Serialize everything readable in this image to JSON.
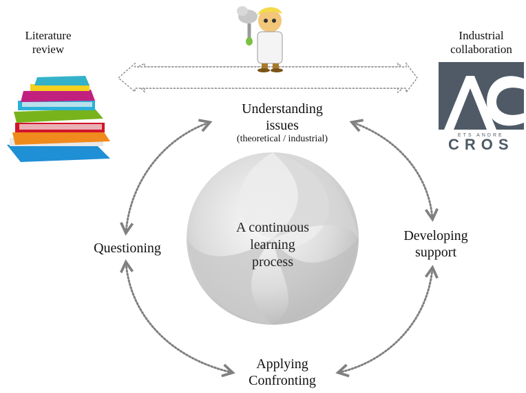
{
  "corner_labels": {
    "left_line1": "Literature",
    "left_line2": "review",
    "right_line1": "Industrial",
    "right_line2": "collaboration"
  },
  "nodes": {
    "top_line1": "Understanding",
    "top_line2": "issues",
    "top_sub": "(theoretical / industrial)",
    "left": "Questioning",
    "right_line1": "Developing",
    "right_line2": "support",
    "bottom_line1": "Applying",
    "bottom_line2": "Confronting"
  },
  "center": {
    "line1": "A continuous",
    "line2": "learning",
    "line3": "process"
  },
  "logo": {
    "small_text": "ETS ANDRE",
    "brand": "CROS",
    "color": "#4f5a66"
  },
  "icons": [
    "stack-of-books-icon",
    "scientist-icon",
    "cros-logo"
  ],
  "colors": {
    "arrow": "#808080",
    "book_colors": [
      "#1f8fd6",
      "#f08a1c",
      "#d2142a",
      "#78b31c",
      "#2bb0d8",
      "#c2207f",
      "#f5d01e",
      "#34b2c9"
    ]
  }
}
